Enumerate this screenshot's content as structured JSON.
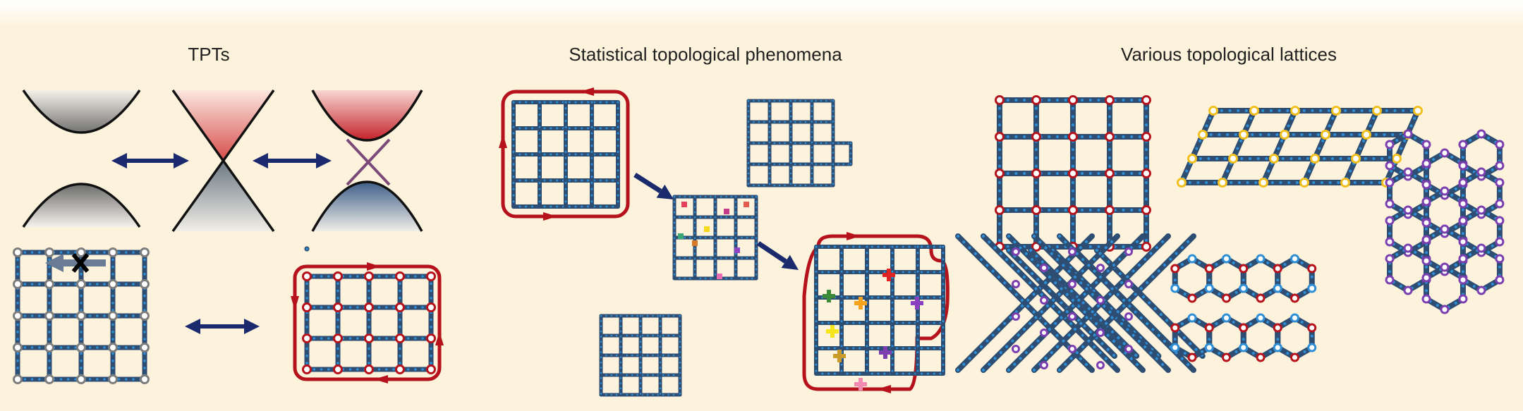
{
  "figure": {
    "background": "#fdf3dc",
    "colors": {
      "lattice_bond": "#2d4d73",
      "lattice_dot": "#2f8fd6",
      "edge_state": "#b5121b",
      "arrow": "#1a2a6c",
      "yellow_site": "#f2c01e",
      "purple_site": "#7b3fb0",
      "grey_site": "#7d7d7d"
    }
  },
  "panels": [
    {
      "title": "TPTs"
    },
    {
      "title": "Statistical topological phenomena"
    },
    {
      "title": "Various topological lattices"
    }
  ]
}
